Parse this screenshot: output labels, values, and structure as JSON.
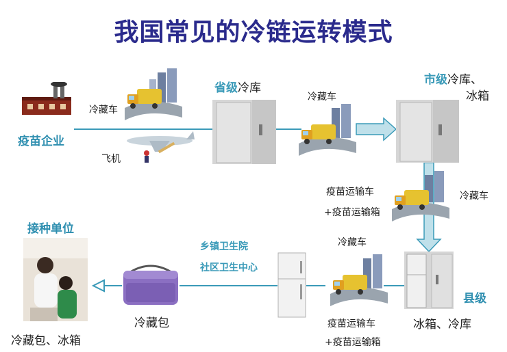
{
  "title": "我国常见的冷链运转模式",
  "nodes": {
    "vaccine_company": "疫苗企业",
    "provincial": {
      "highlight": "省级",
      "rest": "冷库"
    },
    "municipal": {
      "highlight": "市级",
      "rest_line1": "冷库、",
      "rest_line2": "冰箱"
    },
    "county": {
      "highlight": "县级",
      "equipment": "冰箱、冷库"
    },
    "township": {
      "line1": "乡镇卫生院",
      "line2": "社区卫生中心"
    },
    "vaccination_unit": {
      "title": "接种单位",
      "equipment": "冷藏包、冰箱"
    }
  },
  "transport": {
    "refrigerated_truck": "冷藏车",
    "airplane": "飞机",
    "vaccine_truck": "疫苗运输车",
    "vaccine_box": "+疫苗运输箱",
    "cold_bag": "冷藏包"
  },
  "colors": {
    "title": "#2a2a8c",
    "node_label": "#2f8fb0",
    "arrow": "#bfe0ea",
    "line": "#3a9ab8"
  }
}
